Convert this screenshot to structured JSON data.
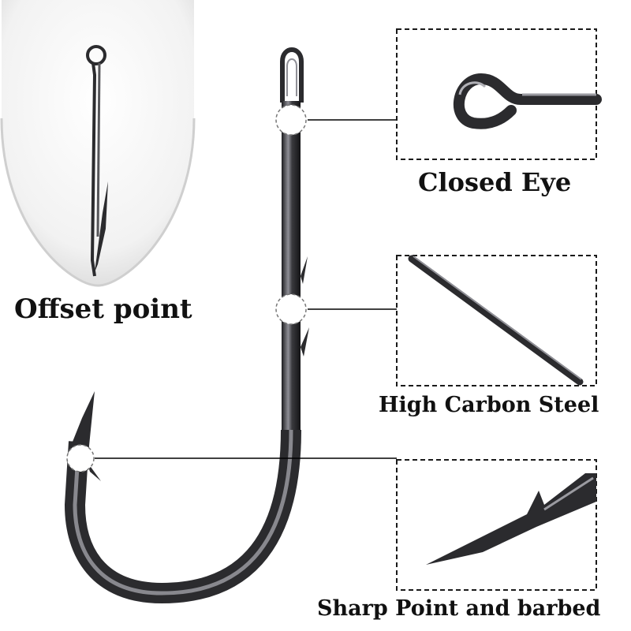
{
  "captions": {
    "offset_point": "Offset point",
    "closed_eye": "Closed Eye",
    "high_carbon_steel": "High Carbon Steel",
    "sharp_point": "Sharp Point and barbed"
  },
  "colors": {
    "background": "#ffffff",
    "hook_metal": "#2b2b2e",
    "hook_highlight": "#9a9aa0",
    "callout_line": "#000000",
    "callout_border": "#1a1a1a",
    "caption_text": "#111111"
  },
  "icons": [
    "fishing-hook-image",
    "offset-hook-image",
    "closed-eye-closeup",
    "steel-wire-closeup",
    "sharp-point-closeup"
  ]
}
